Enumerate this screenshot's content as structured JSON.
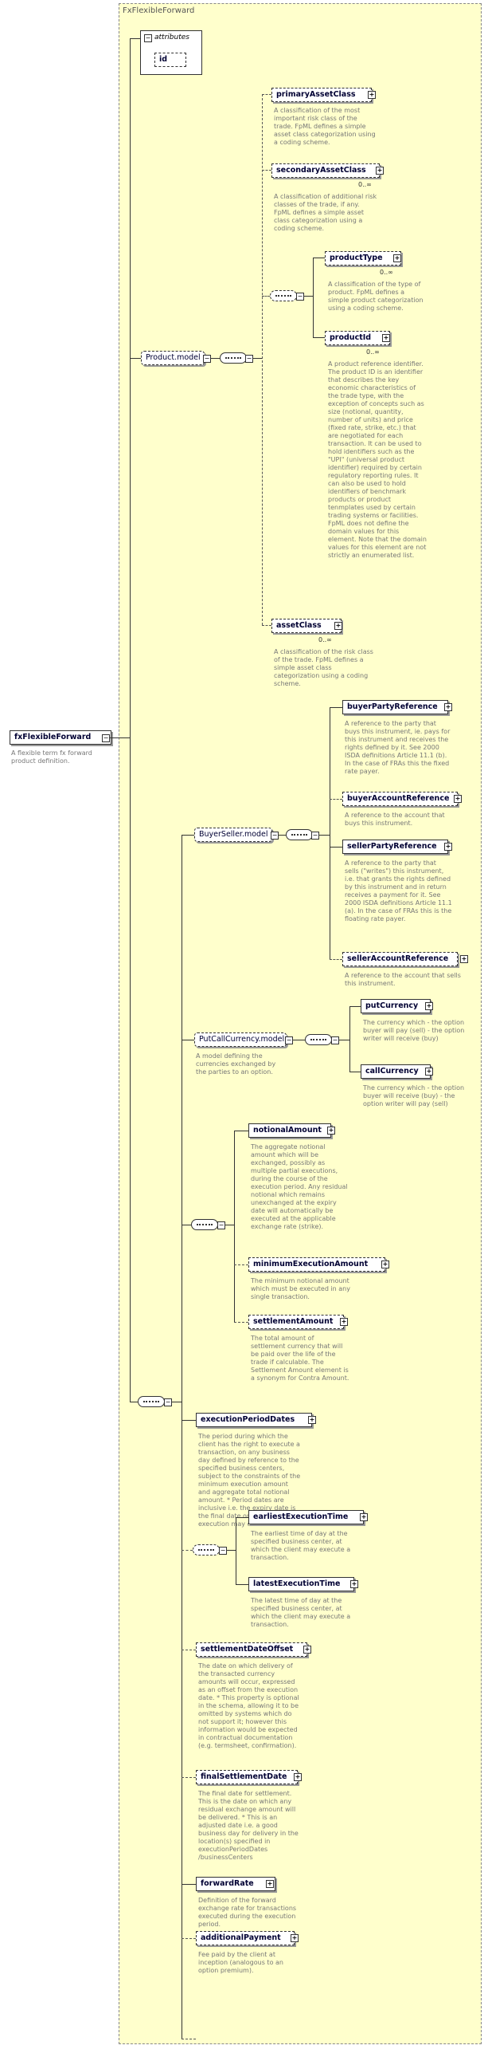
{
  "diagram": {
    "type_name": "FxFlexibleForward",
    "root": {
      "label": "fxFlexibleForward",
      "description": "A flexible term fx forward product definition."
    },
    "attributes": {
      "title": "attributes",
      "items": [
        "id"
      ]
    },
    "product_model": {
      "label": "Product.model",
      "primaryAssetClass": {
        "label": "primaryAssetClass",
        "description": "A classification of the most important risk class of the trade. FpML defines a simple asset class categorization using a coding scheme."
      },
      "secondaryAssetClass": {
        "label": "secondaryAssetClass",
        "card": "0..∞",
        "description": "A classification of additional risk classes of the trade, if any. FpML defines a simple asset class categorization using a coding scheme."
      },
      "productType": {
        "label": "productType",
        "card": "0..∞",
        "description": "A classification of the type of product. FpML defines a simple product categorization using a coding scheme."
      },
      "productId": {
        "label": "productId",
        "card": "0..∞",
        "description": "A product reference identifier. The product ID is an identifier that describes the key economic characteristics of the trade type, with the exception of concepts such as size (notional, quantity, number of units) and price (fixed rate, strike, etc.) that are negotiated for each transaction. It can be used to hold identifiers such as the \"UPI\" (universal product identifier) required by certain regulatory reporting rules. It can also be used to hold identifiers of benchmark products or product tenmplates used by certain trading systems or facilities. FpML does not define the domain values for this element. Note that the domain values for this element are not strictly an enumerated list."
      },
      "assetClass": {
        "label": "assetClass",
        "card": "0..∞",
        "description": "A classification of the risk class of the trade. FpML defines a simple asset class categorization using a coding scheme."
      }
    },
    "buyer_seller_model": {
      "label": "BuyerSeller.model",
      "buyerPartyReference": {
        "label": "buyerPartyReference",
        "description": "A reference to the party that buys this instrument, ie. pays for this instrument and receives the rights defined by it. See 2000 ISDA definitions Article 11.1 (b). In the case of FRAs this the fixed rate payer."
      },
      "buyerAccountReference": {
        "label": "buyerAccountReference",
        "description": "A reference to the account that buys this instrument."
      },
      "sellerPartyReference": {
        "label": "sellerPartyReference",
        "description": "A reference to the party that sells (\"writes\") this instrument, i.e. that grants the rights defined by this instrument and in return receives a payment for it. See 2000 ISDA definitions Article 11.1 (a). In the case of FRAs this is the floating rate payer."
      },
      "sellerAccountReference": {
        "label": "sellerAccountReference",
        "description": "A reference to the account that sells this instrument."
      }
    },
    "put_call_model": {
      "label": "PutCallCurrency.model",
      "description": "A model defining the currencies exchanged by the parties to an option.",
      "putCurrency": {
        "label": "putCurrency",
        "description": "The currency which - the option buyer will pay (sell) - the option writer will receive (buy)"
      },
      "callCurrency": {
        "label": "callCurrency",
        "description": "The currency which - the option buyer will receive (buy) - the option writer will pay (sell)"
      }
    },
    "amounts": {
      "notionalAmount": {
        "label": "notionalAmount",
        "description": "The aggregate notional amount which will be exchanged, possibly as multiple partial executions, during the course of the execution period. Any residual notional which remains unexchanged at the expiry date will automatically be executed at the applicable exchange rate (strike)."
      },
      "minimumExecutionAmount": {
        "label": "minimumExecutionAmount",
        "description": "The minimum notional amount which must be executed in any single transaction."
      },
      "settlementAmount": {
        "label": "settlementAmount",
        "description": "The total amount of settlement currency that will be paid over the life of the trade if calculable. The Settlement Amount element is a synonym for Contra Amount."
      }
    },
    "executionPeriodDates": {
      "label": "executionPeriodDates",
      "description": "The period during which the client has the right to execute a transaction, on any business day defined by reference to the specified business centers, subject to the constraints of the minimum execution amount and aggregate total notional amount. * Period dates are inclusive i.e. the expiry date is the final date on which execution may occur."
    },
    "execution_times": {
      "earliestExecutionTime": {
        "label": "earliestExecutionTime",
        "description": "The earliest time of day at the specified business center, at which the client may execute a transaction."
      },
      "latestExecutionTime": {
        "label": "latestExecutionTime",
        "description": "The latest time of day at the specified business center, at which the client may execute a transaction."
      }
    },
    "settlementDateOffset": {
      "label": "settlementDateOffset",
      "description": "The date on which delivery of the transacted currency amounts will occur, expressed as an offset from the execution date. * This property is optional in the schema, allowing it to be omitted by systems which do not support it; however this information would be expected in contractual documentation (e.g. termsheet, confirmation)."
    },
    "finalSettlementDate": {
      "label": "finalSettlementDate",
      "description": "The final date for settlement. This is the date on which any residual exchange amount will be delivered. * This is an adjusted date i.e. a good business day for delivery in the location(s) specified in executionPeriodDates /businessCenters"
    },
    "forwardRate": {
      "label": "forwardRate",
      "description": "Definition of the forward exchange rate for transactions executed during the execution period."
    },
    "additionalPayment": {
      "label": "additionalPayment",
      "description": "Fee paid by the client at inception (analogous to an option premium)."
    }
  }
}
